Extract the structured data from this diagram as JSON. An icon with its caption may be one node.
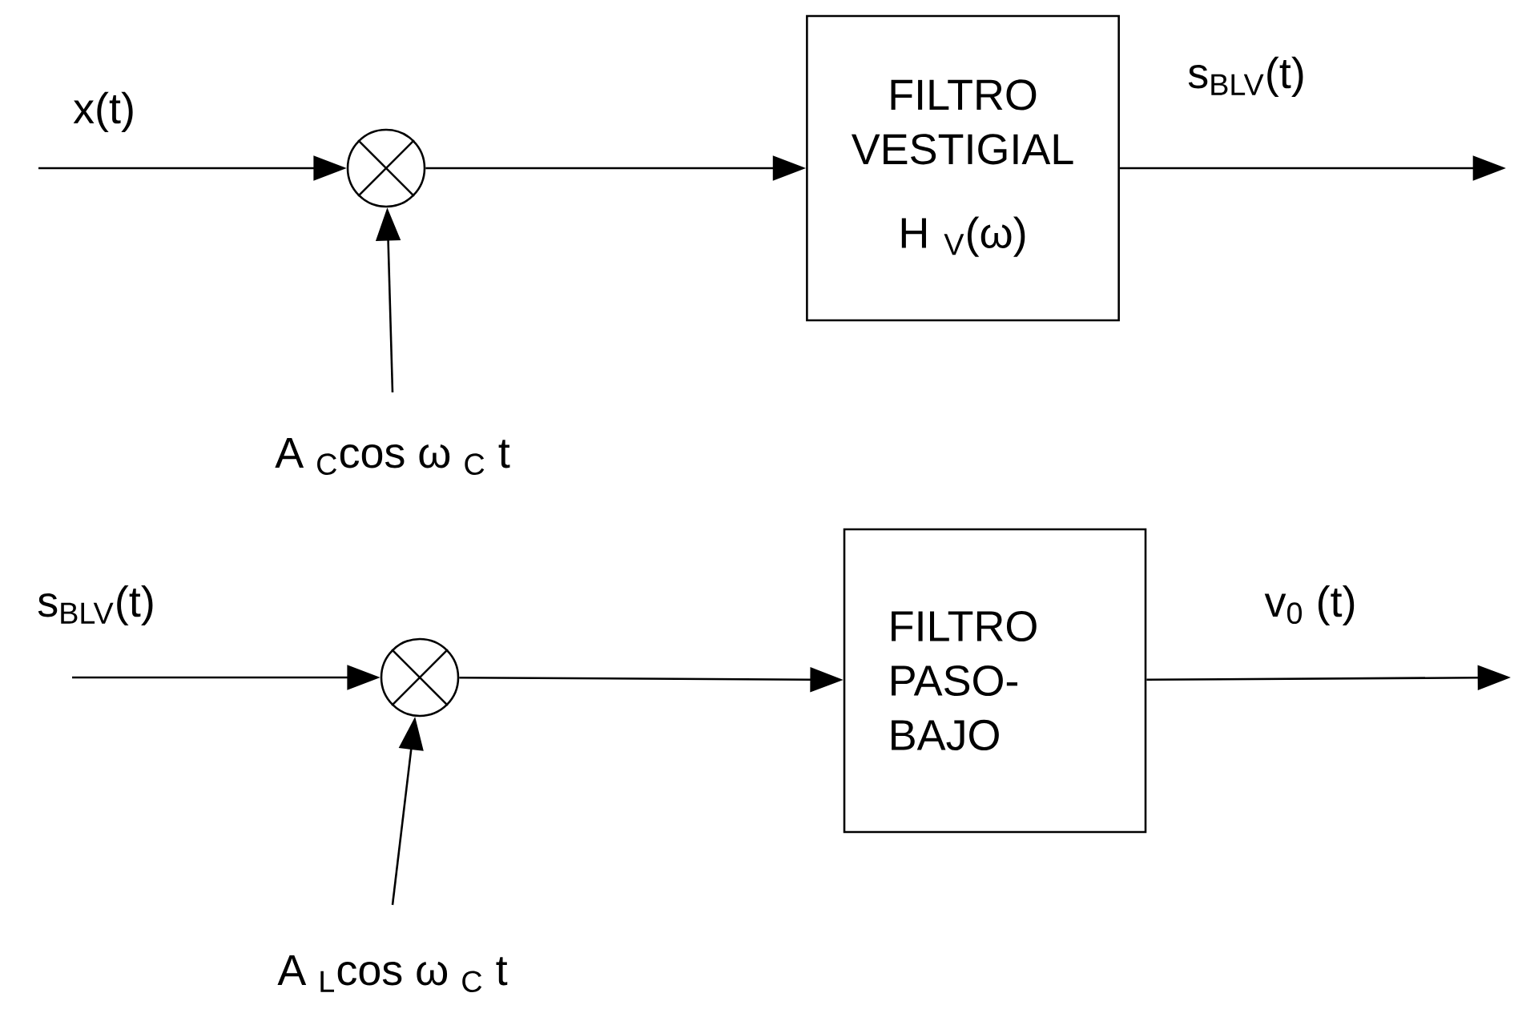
{
  "diagram": {
    "nodes": [
      {
        "text": [],
        "shape": "circle"
      },
      {
        "text": [
          "FILTRO VESTIGIAL",
          "H $_{V}$(ω)"
        ]
      },
      {
        "text": [
          "A $_{C}$cos ω $_{C}$ t"
        ]
      },
      {
        "text": [],
        "shape": "circle"
      },
      {
        "text": [
          "FILTRO PASO-BAJO"
        ]
      },
      {
        "text": [
          "A $_{L}$cos ω $_{C}$ t"
        ]
      }
    ],
    "edges": [
      {
        "from": null,
        "to": 0,
        "arrow": "to",
        "label": "x(t)"
      },
      {
        "from": 2,
        "to": 0,
        "arrow": "to"
      },
      {
        "from": 0,
        "to": 1,
        "arrow": "to"
      },
      {
        "from": 1,
        "to": null,
        "arrow": "to",
        "label": "s$_{BLV}$(t)"
      },
      {
        "from": null,
        "to": 3,
        "arrow": "to",
        "label": "s$_{BLV}$(t)"
      },
      {
        "from": 5,
        "to": 3,
        "arrow": "to"
      },
      {
        "from": 3,
        "to": 4,
        "arrow": "to"
      },
      {
        "from": 4,
        "to": null,
        "arrow": "to",
        "label": "v$_{0}$ (t)"
      }
    ]
  }
}
